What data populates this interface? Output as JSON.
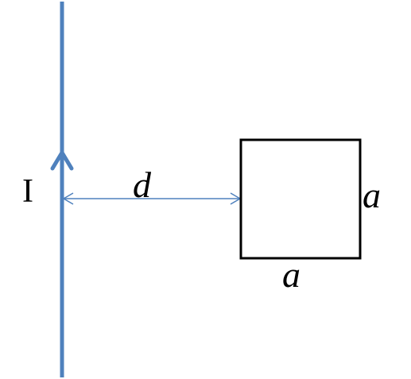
{
  "labels": {
    "current": "I",
    "distance": "d",
    "side_right": "a",
    "side_bottom": "a"
  },
  "colors": {
    "wire": "#4f81bd",
    "dimension_arrow": "#4f81bd",
    "loop": "#000000",
    "text": "#000000",
    "background": "#ffffff"
  },
  "icons": {
    "current_direction": "arrow-up-icon",
    "dimension": "double-headed-arrow-icon"
  }
}
